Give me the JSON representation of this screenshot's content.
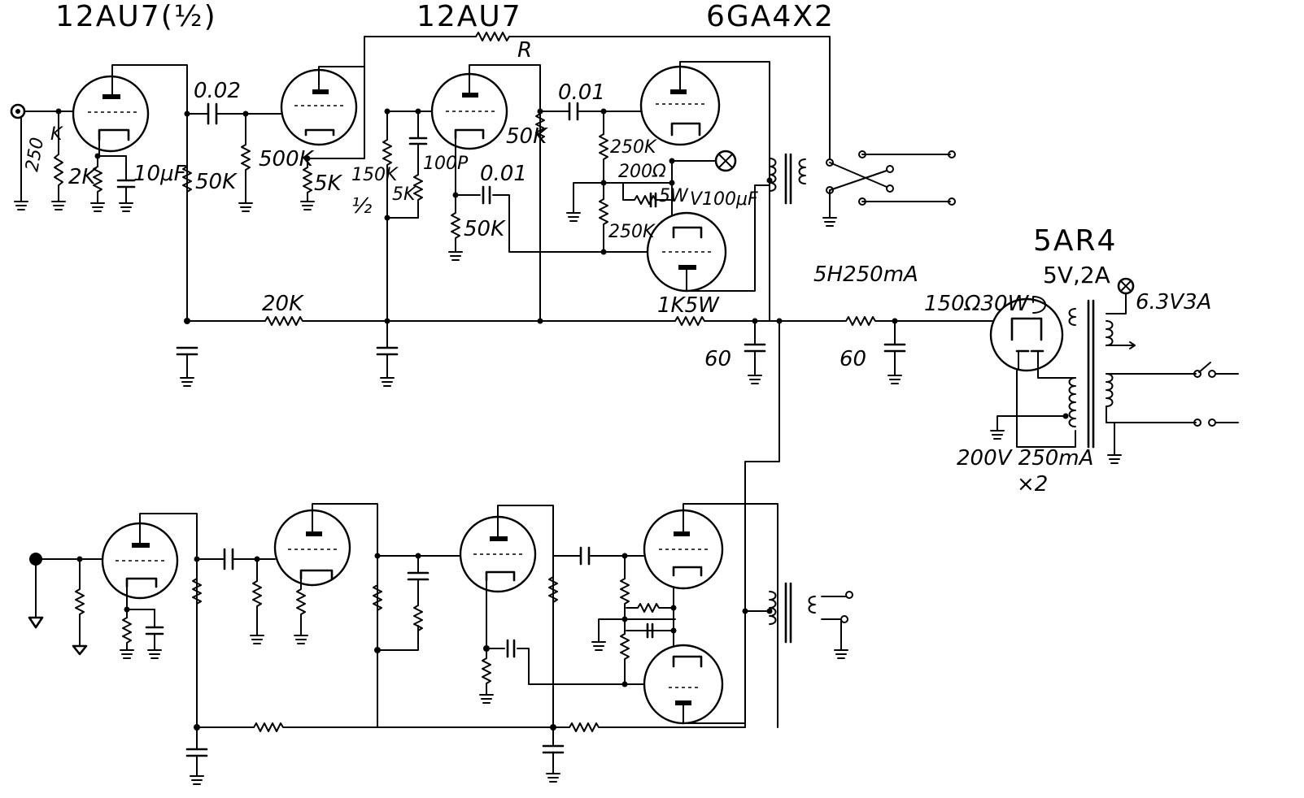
{
  "titles": {
    "stage1": "12AU7(½)",
    "stage2": "12AU7",
    "output": "6GA4X2",
    "rectifier": "5AR4",
    "rect_heater": "5V,2A"
  },
  "labels": {
    "k": "K",
    "r250": "250",
    "r2k": "2K",
    "c10uf": "10μF",
    "c002": "0.02",
    "r50k_a": "50K",
    "r500k": "500K",
    "r5k_a": "5K",
    "r150k": "150K",
    "half": "½",
    "r5k_b": "5K",
    "c100p": "100P",
    "c001_a": "0.01",
    "r50k_b": "50K",
    "rfb": "R",
    "r50k_c": "50K",
    "c001_b": "0.01",
    "r250k_a": "250K",
    "r200": "200Ω",
    "r5w": "5W",
    "c100uf": "V100μF",
    "r250k_b": "250K",
    "r20k": "20K",
    "r1k5w": "1K5W",
    "c60_a": "60",
    "choke": "5H250mA",
    "r150": "150Ω30W",
    "c60_b": "60",
    "heater": "6.3V3A",
    "ht": "200V 250mA",
    "x2": "×2"
  }
}
